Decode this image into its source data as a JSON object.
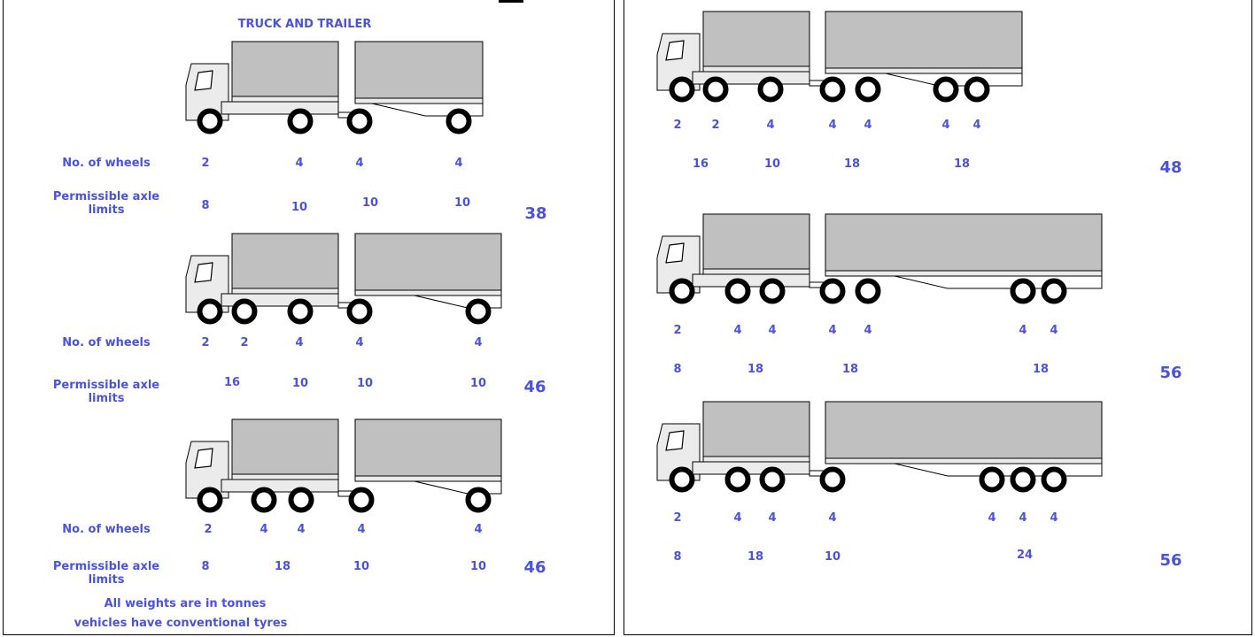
{
  "left": {
    "title": "TRUCK AND TRAILER",
    "label_wheels": "No. of wheels",
    "label_axle": "Permissible axle limits",
    "rows": [
      {
        "wheels": [
          "2",
          "4",
          "4",
          "4"
        ],
        "limits": [
          "8",
          "10",
          "10",
          "10"
        ],
        "total": "38"
      },
      {
        "wheels": [
          "2",
          "2",
          "4",
          "4",
          "4"
        ],
        "limits": [
          "16",
          "10",
          "10",
          "10"
        ],
        "total": "46"
      },
      {
        "wheels": [
          "2",
          "4",
          "4",
          "4",
          "4"
        ],
        "limits": [
          "8",
          "18",
          "10",
          "10"
        ],
        "total": "46"
      }
    ],
    "footnote_1": "All weights are in tonnes",
    "footnote_2": "vehicles have conventional tyres"
  },
  "right": {
    "rows": [
      {
        "wheels": [
          "2",
          "2",
          "4",
          "4",
          "4",
          "4",
          "4"
        ],
        "limits": [
          "16",
          "10",
          "18",
          "18"
        ],
        "total": "48"
      },
      {
        "wheels": [
          "2",
          "4",
          "4",
          "4",
          "4",
          "4",
          "4"
        ],
        "limits": [
          "8",
          "18",
          "18",
          "18"
        ],
        "total": "56"
      },
      {
        "wheels": [
          "2",
          "4",
          "4",
          "4",
          "4",
          "4",
          "4"
        ],
        "limits": [
          "8",
          "18",
          "10",
          "24"
        ],
        "total": "56"
      }
    ]
  },
  "colors": {
    "text": "#4a52e0",
    "body": "#c0c0c0",
    "cab": "#ebebeb",
    "wheel": "#000000"
  }
}
